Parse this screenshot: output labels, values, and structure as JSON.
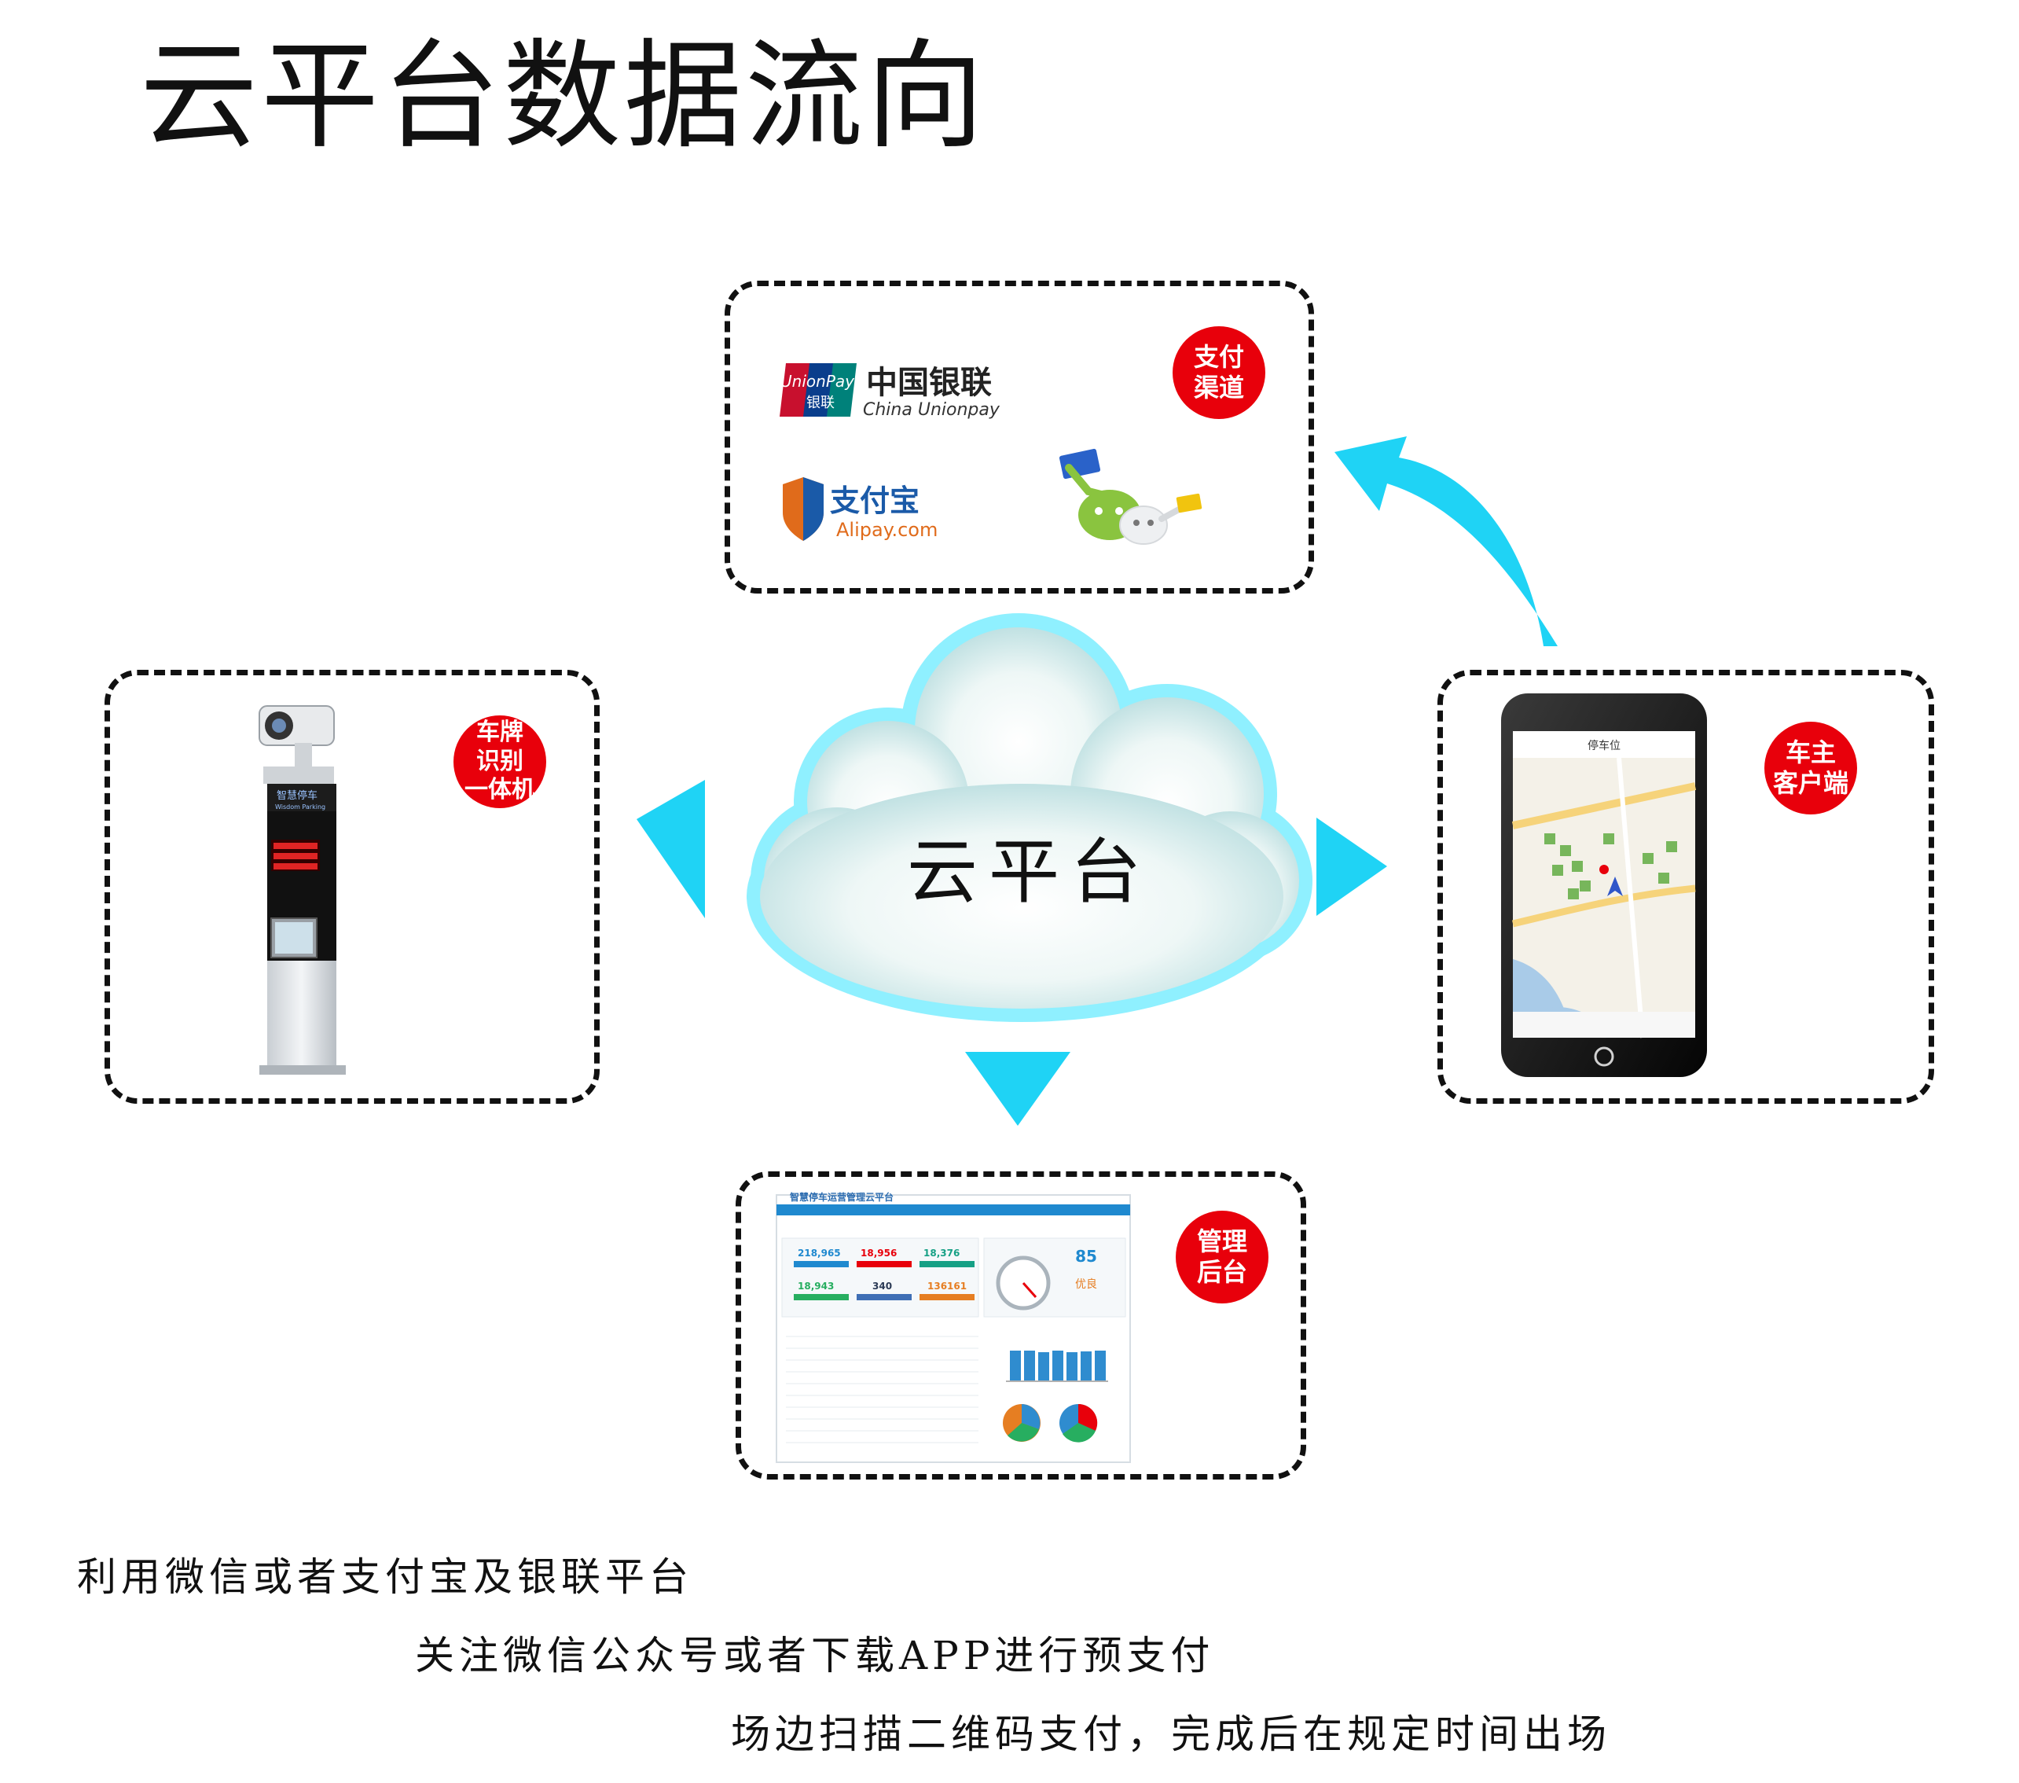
{
  "page": {
    "title": "云平台数据流向"
  },
  "center": {
    "label": "云平台"
  },
  "nodes": {
    "payment": {
      "badge": "支付\n渠道",
      "unionpay": {
        "cn": "中国银联",
        "en": "China Unionpay",
        "card_top": "UnionPay",
        "card_bottom": "银联"
      },
      "alipay": {
        "cn": "支付宝",
        "en": "Alipay.com"
      }
    },
    "plate": {
      "badge": "车牌\n识别\n一体机",
      "device_cn": "智慧停车",
      "device_en": "Wisdom Parking"
    },
    "owner": {
      "badge": "车主\n客户端",
      "app_title": "停车位"
    },
    "admin": {
      "badge": "管理\n后台",
      "app_title": "智慧停车运营管理云平台",
      "stats": [
        "218,965",
        "18,956",
        "18,376",
        "18,943",
        "340",
        "136161"
      ],
      "score": "85",
      "score_label": "优良"
    }
  },
  "captions": [
    "利用微信或者支付宝及银联平台",
    "关注微信公众号或者下载APP进行预支付",
    "场边扫描二维码支付，完成后在规定时间出场"
  ],
  "colors": {
    "badge": "#e8000b",
    "arrow": "#1fd3f5",
    "cloud_edge": "#8ff0ff",
    "dashed": "#111111"
  },
  "icons": [
    "unionpay-logo",
    "alipay-logo",
    "wechat-pay-logo",
    "plate-recognition-kiosk",
    "smartphone-map",
    "dashboard-screenshot",
    "cloud"
  ]
}
